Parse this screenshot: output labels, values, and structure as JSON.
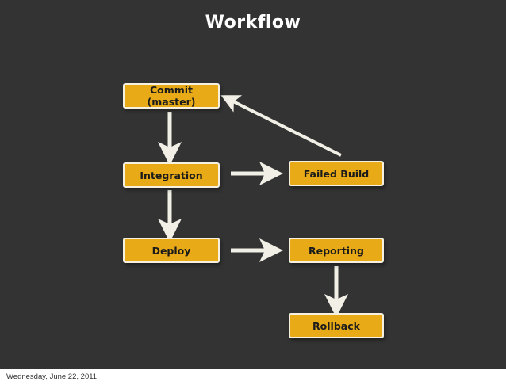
{
  "slide": {
    "title": "Workflow",
    "background_color": "#333333",
    "node_fill_color": "#e8ab17",
    "node_border_color": "#f5f0e0",
    "arrow_color": "#f2f0e6",
    "nodes": [
      {
        "id": "commit",
        "label": "Commit (master)"
      },
      {
        "id": "integration",
        "label": "Integration"
      },
      {
        "id": "deploy",
        "label": "Deploy"
      },
      {
        "id": "failed",
        "label": "Failed Build"
      },
      {
        "id": "reporting",
        "label": "Reporting"
      },
      {
        "id": "rollback",
        "label": "Rollback"
      }
    ],
    "edges": [
      {
        "from": "commit",
        "to": "integration"
      },
      {
        "from": "integration",
        "to": "deploy"
      },
      {
        "from": "integration",
        "to": "failed"
      },
      {
        "from": "deploy",
        "to": "reporting"
      },
      {
        "from": "reporting",
        "to": "rollback"
      },
      {
        "from": "failed",
        "to": "commit"
      }
    ]
  },
  "footer": {
    "date": "Wednesday, June 22, 2011"
  }
}
